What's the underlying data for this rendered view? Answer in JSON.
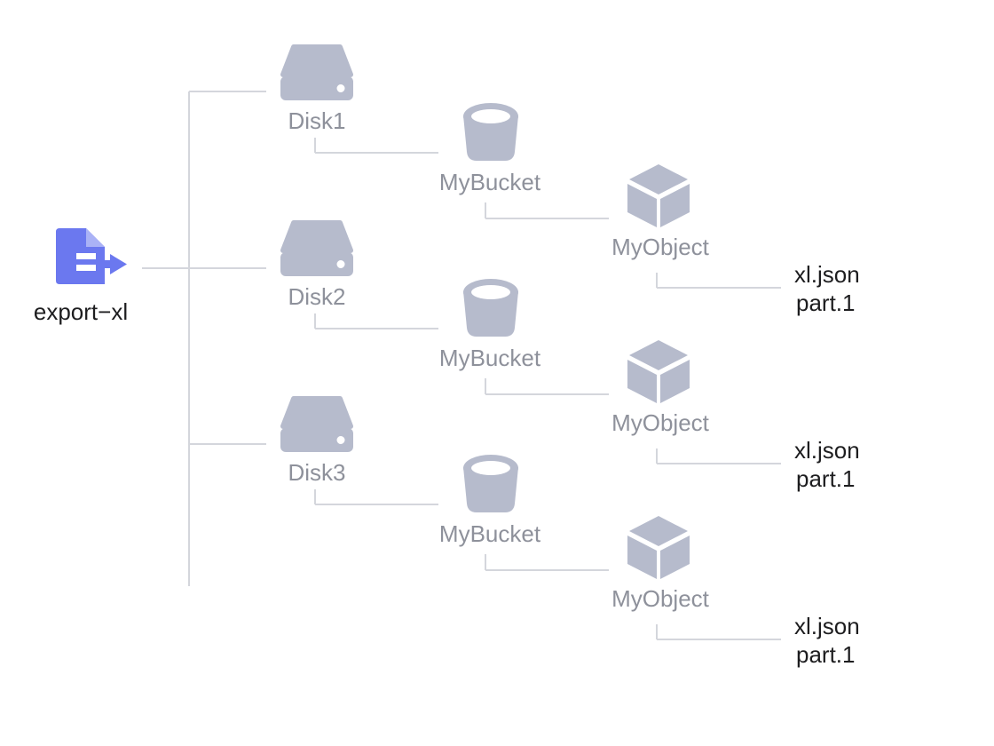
{
  "root": {
    "label": "export−xl",
    "icon": "file-export-icon",
    "color": "#6b78ef"
  },
  "colors": {
    "node_icon": "#b6bbcc",
    "connector": "#d4d6dc",
    "label_gray": "#8e919b",
    "label_dark": "#1d1d1f"
  },
  "disks": [
    {
      "label": "Disk1",
      "icon": "hard-drive-icon",
      "bucket": {
        "label": "MyBucket",
        "icon": "bucket-icon"
      },
      "object": {
        "label": "MyObject",
        "icon": "cube-icon"
      },
      "files": [
        "xl.json",
        "part.1"
      ]
    },
    {
      "label": "Disk2",
      "icon": "hard-drive-icon",
      "bucket": {
        "label": "MyBucket",
        "icon": "bucket-icon"
      },
      "object": {
        "label": "MyObject",
        "icon": "cube-icon"
      },
      "files": [
        "xl.json",
        "part.1"
      ]
    },
    {
      "label": "Disk3",
      "icon": "hard-drive-icon",
      "bucket": {
        "label": "MyBucket",
        "icon": "bucket-icon"
      },
      "object": {
        "label": "MyObject",
        "icon": "cube-icon"
      },
      "files": [
        "xl.json",
        "part.1"
      ]
    }
  ]
}
